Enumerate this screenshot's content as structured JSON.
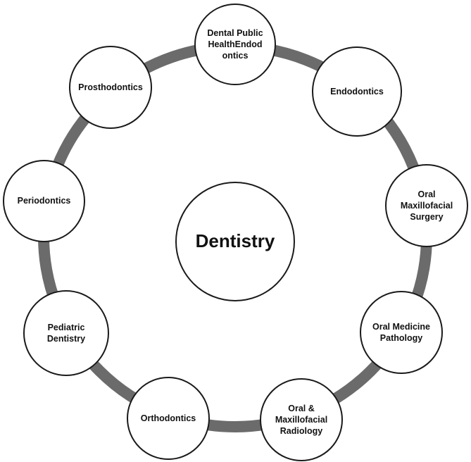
{
  "center": {
    "label": "Dentistry"
  },
  "nodes": [
    {
      "id": "dental-public-health",
      "label": "Dental Public HealthEndod ontics"
    },
    {
      "id": "endodontics",
      "label": "Endodontics"
    },
    {
      "id": "oral-maxillofacial-surgery",
      "label": "Oral Maxillofacial Surgery"
    },
    {
      "id": "oral-medicine-pathology",
      "label": "Oral Medicine Pathology"
    },
    {
      "id": "oral-maxillofacial-radiology",
      "label": "Oral & Maxillofacial Radiology"
    },
    {
      "id": "orthodontics",
      "label": "Orthodontics"
    },
    {
      "id": "pediatric-dentistry",
      "label": "Pediatric Dentistry"
    },
    {
      "id": "periodontics",
      "label": "Periodontics"
    },
    {
      "id": "prosthodontics",
      "label": "Prosthodontics"
    }
  ],
  "colors": {
    "ring": "#6b6b6b",
    "node_border": "#1a1a1a",
    "node_fill": "#ffffff",
    "text": "#111111"
  }
}
